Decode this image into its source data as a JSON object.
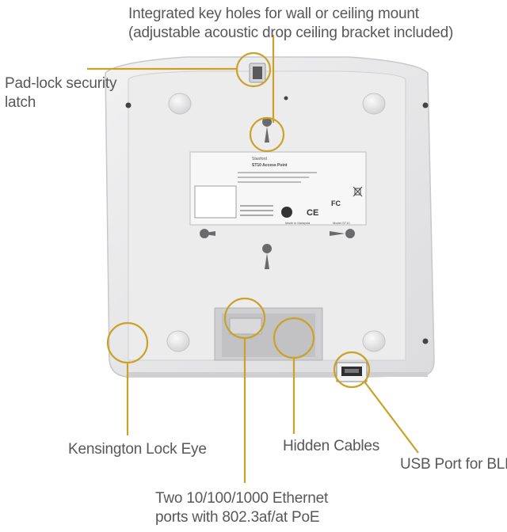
{
  "callouts": {
    "keyholes": {
      "line1": "Integrated key holes for wall or ceiling mount",
      "line2": "(adjustable acoustic drop ceiling bracket included)"
    },
    "padlock": {
      "line1": "Pad-lock security",
      "line2": "latch"
    },
    "kensington": "Kensington Lock Eye",
    "hidden_cables": "Hidden Cables",
    "usb": "USB Port for BLE",
    "ethernet": {
      "line1": "Two 10/100/1000 Ethernet",
      "line2": "ports with 802.3af/at PoE"
    }
  },
  "device_label": {
    "brand": "Stanford",
    "model": "ST10 Access Point",
    "compliance_marks": [
      "CE",
      "FC"
    ],
    "made_in": "Made in Malaysia",
    "model_code": "Model ST10"
  },
  "colors": {
    "callout": "#c9a227",
    "text": "#58585a",
    "device_body": "#e9e9ea"
  }
}
